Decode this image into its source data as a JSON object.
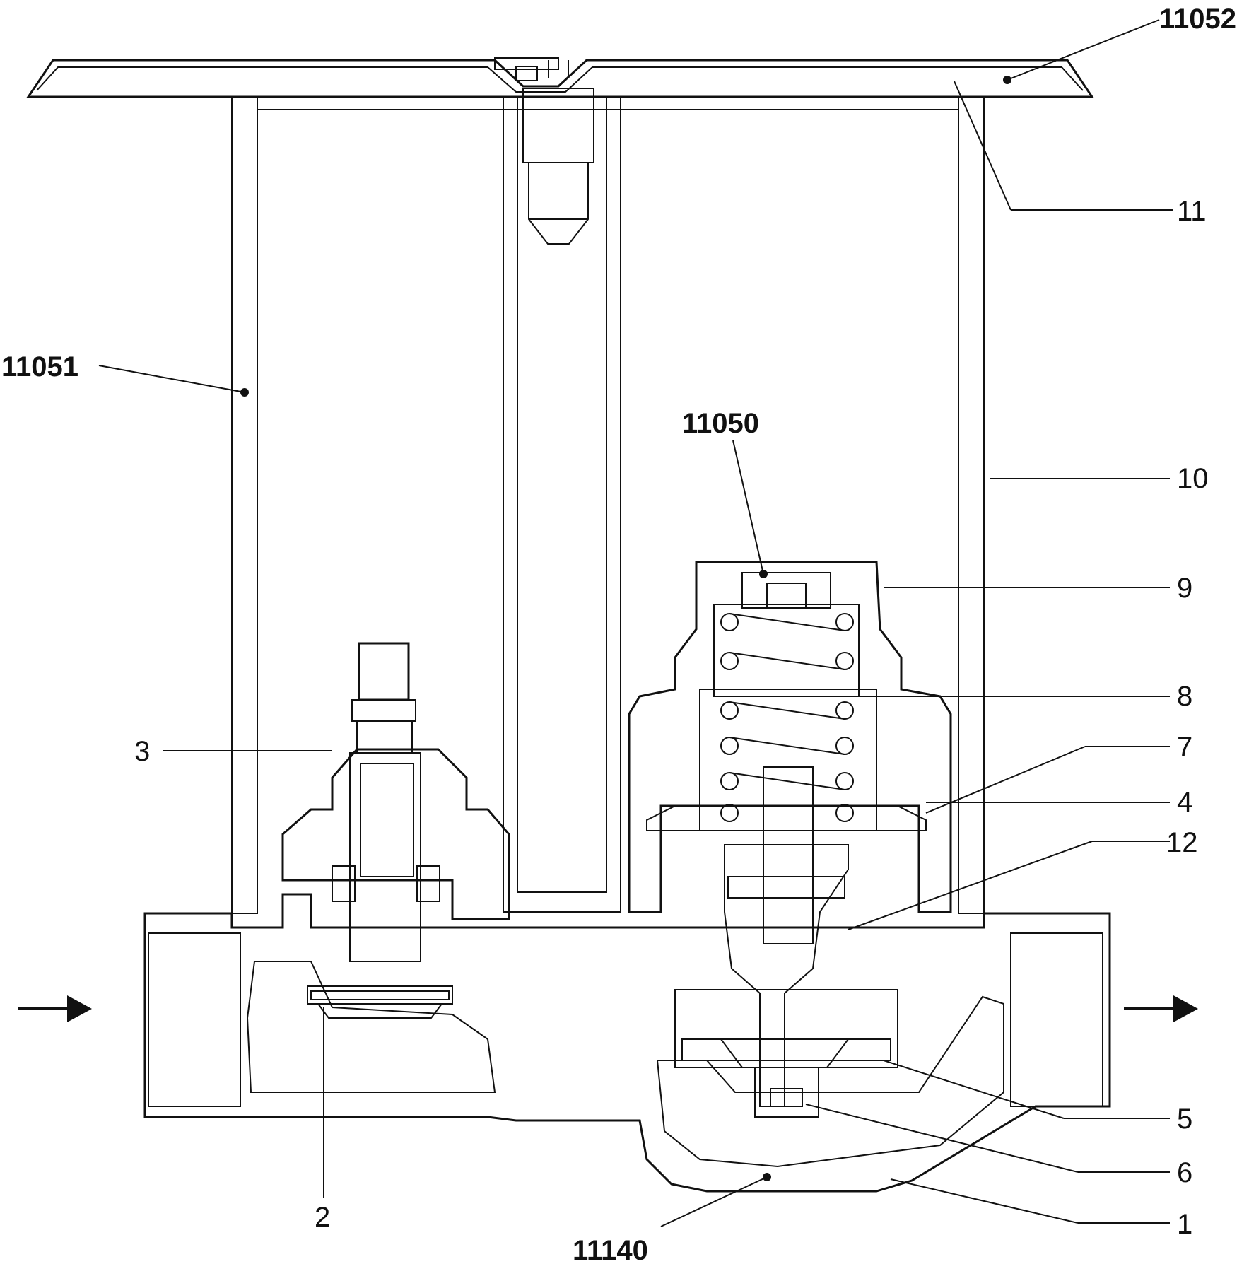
{
  "labels": {
    "l11052": "11052",
    "l11": "11",
    "l11051": "11051",
    "l11050": "11050",
    "l10": "10",
    "l9": "9",
    "l8": "8",
    "l3": "3",
    "l7": "7",
    "l4": "4",
    "l12": "12",
    "l5": "5",
    "l6": "6",
    "l2": "2",
    "l1": "1",
    "l11140": "11140"
  }
}
